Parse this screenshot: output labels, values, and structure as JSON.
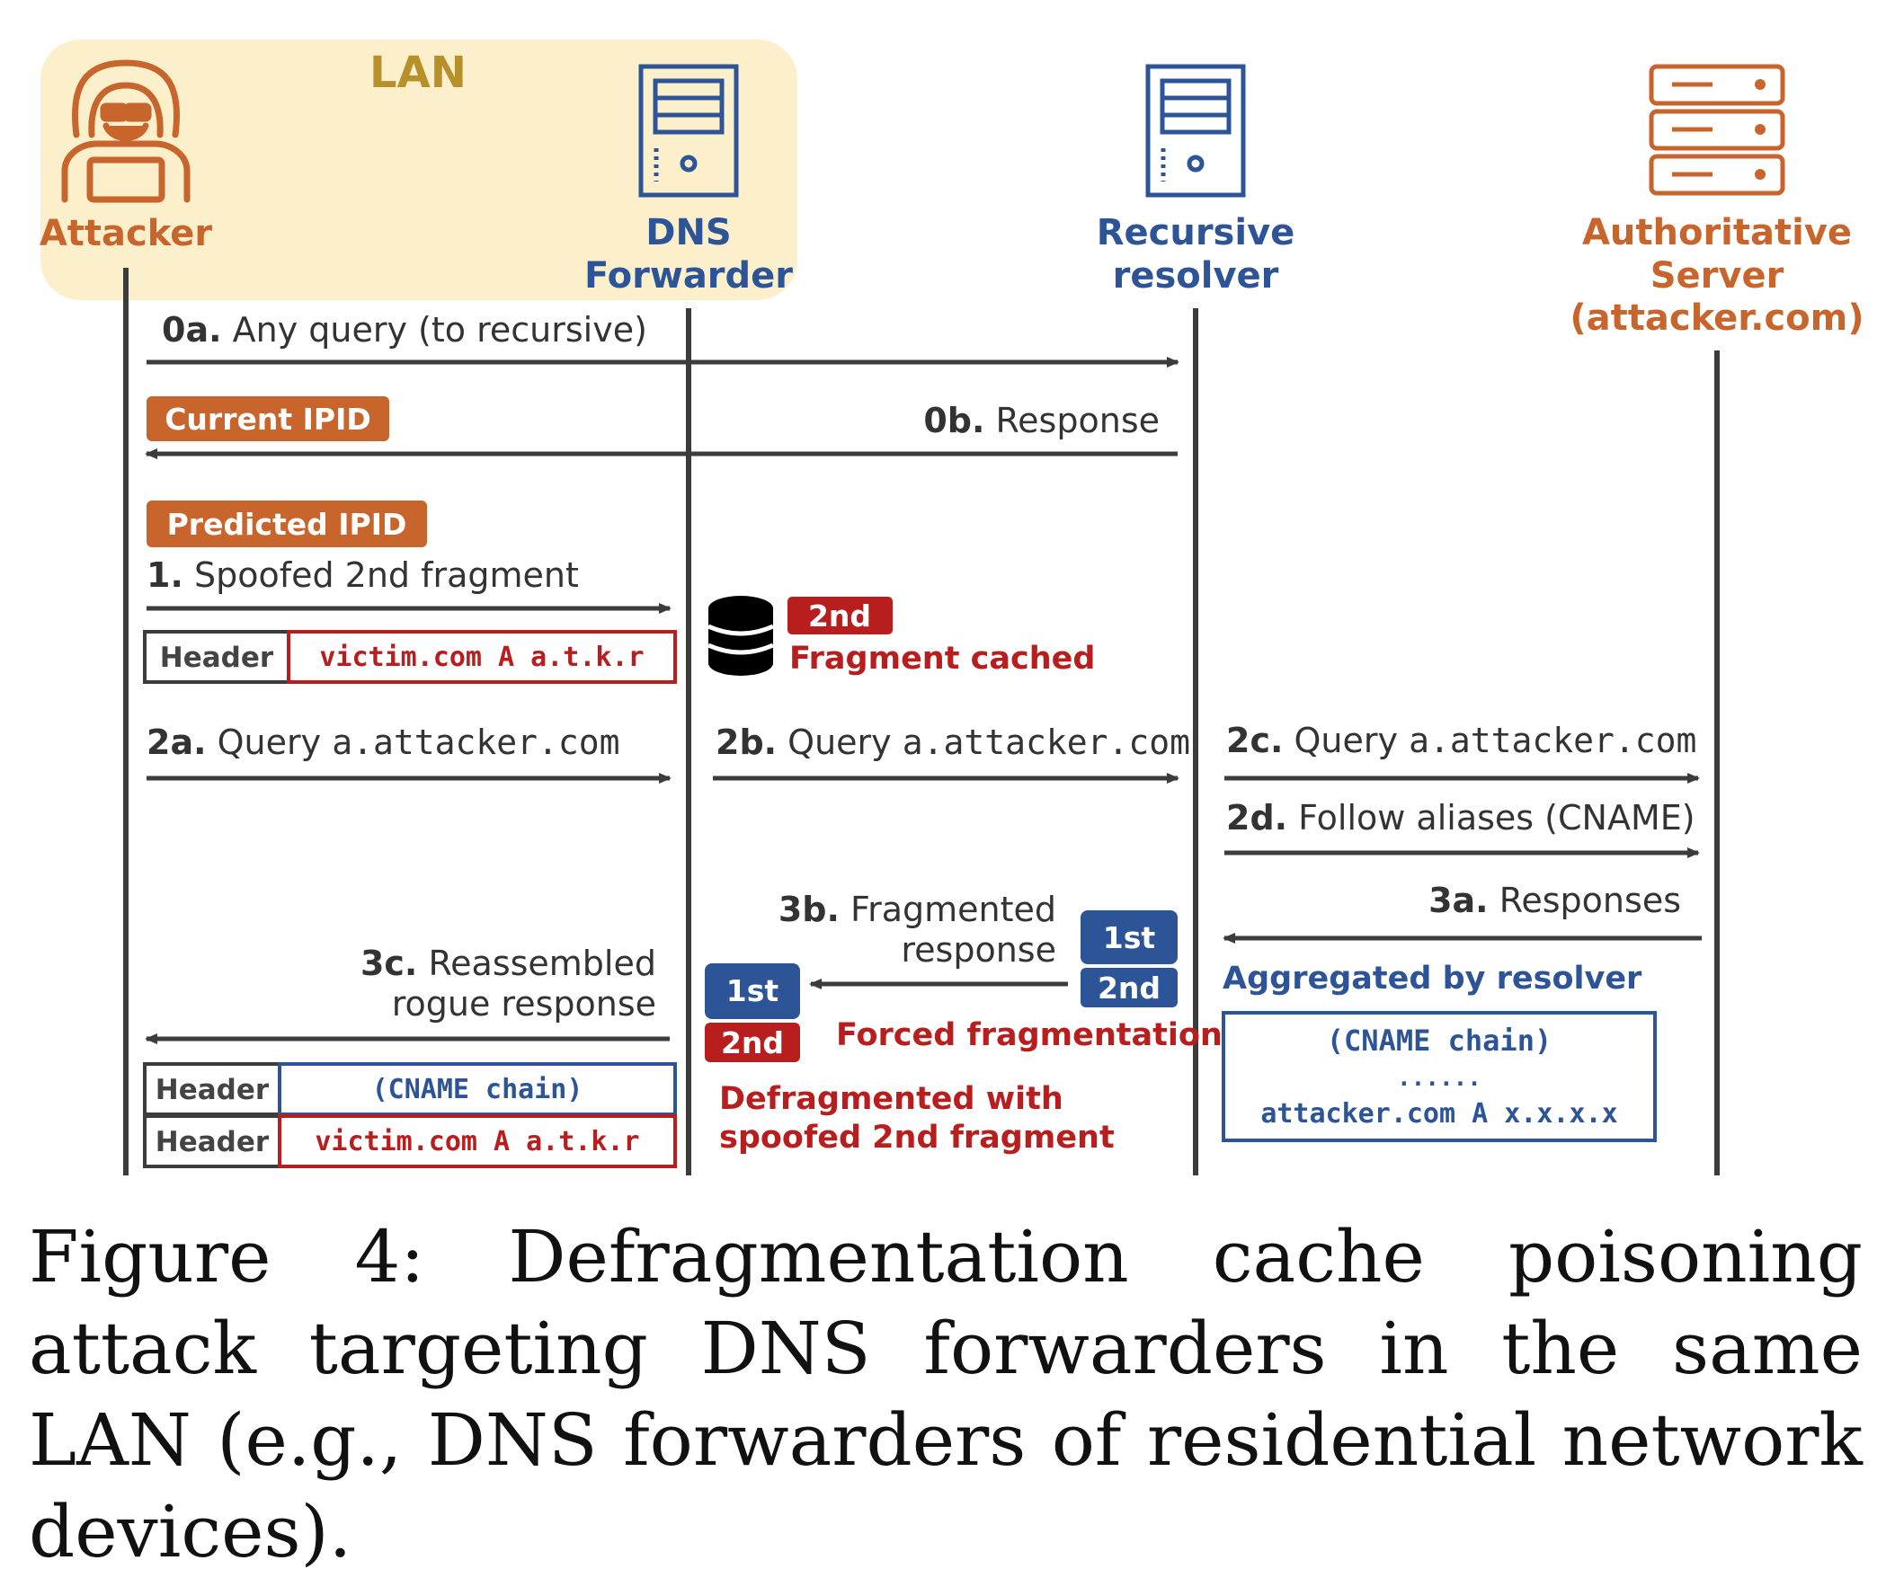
{
  "colors": {
    "orange": "#c8652d",
    "blue": "#2d5497",
    "red": "#b81e1e",
    "lan_bg": "#fcf0cc",
    "lan_label": "#b8902a",
    "line": "#3c3c3c",
    "text": "#333333"
  },
  "lan_label": "LAN",
  "actors": {
    "attacker": {
      "label": "Attacker",
      "icon": "hooded-hacker-icon"
    },
    "forwarder": {
      "line1": "DNS",
      "line2": "Forwarder",
      "icon": "server-tower-icon"
    },
    "resolver": {
      "line1": "Recursive",
      "line2": "resolver",
      "icon": "server-tower-icon"
    },
    "authoritative": {
      "line1": "Authoritative",
      "line2": "Server",
      "line3": "(attacker.com)",
      "icon": "server-rack-icon"
    }
  },
  "steps": {
    "s0a": {
      "num": "0a.",
      "text": " Any query (to recursive)"
    },
    "s0b": {
      "num": "0b.",
      "text": " Response"
    },
    "s1": {
      "num": "1.",
      "text": " Spoofed 2nd fragment"
    },
    "s2a": {
      "num": "2a.",
      "text": " Query ",
      "code": "a.attacker.com"
    },
    "s2b": {
      "num": "2b.",
      "text": " Query ",
      "code": "a.attacker.com"
    },
    "s2c": {
      "num": "2c.",
      "text": " Query ",
      "code": "a.attacker.com"
    },
    "s2d": {
      "num": "2d.",
      "text": " Follow aliases (CNAME)"
    },
    "s3a": {
      "num": "3a.",
      "text": " Responses"
    },
    "s3b": {
      "num": "3b.",
      "text": " Fragmented",
      "line2": "response"
    },
    "s3c": {
      "num": "3c.",
      "text": " Reassembled",
      "line2": "rogue response"
    }
  },
  "tags": {
    "current_ipid": "Current IPID",
    "predicted_ipid": "Predicted IPID",
    "first": "1st",
    "second": "2nd"
  },
  "notes": {
    "fragment_cached": "Fragment cached",
    "forced_fragmentation": "Forced fragmentation",
    "aggregated": "Aggregated by resolver",
    "defrag_line1": "Defragmented with",
    "defrag_line2": "spoofed 2nd fragment"
  },
  "packets": {
    "header": "Header",
    "spoofed_record": "victim.com A a.t.k.r",
    "cname_chain": "(CNAME chain)",
    "ellipsis": "......",
    "attacker_record": "attacker.com A x.x.x.x"
  },
  "caption": "Figure 4: Defragmentation cache poisoning attack targeting DNS forwarders in the same LAN (e.g., DNS forwarders of residential network devices)."
}
